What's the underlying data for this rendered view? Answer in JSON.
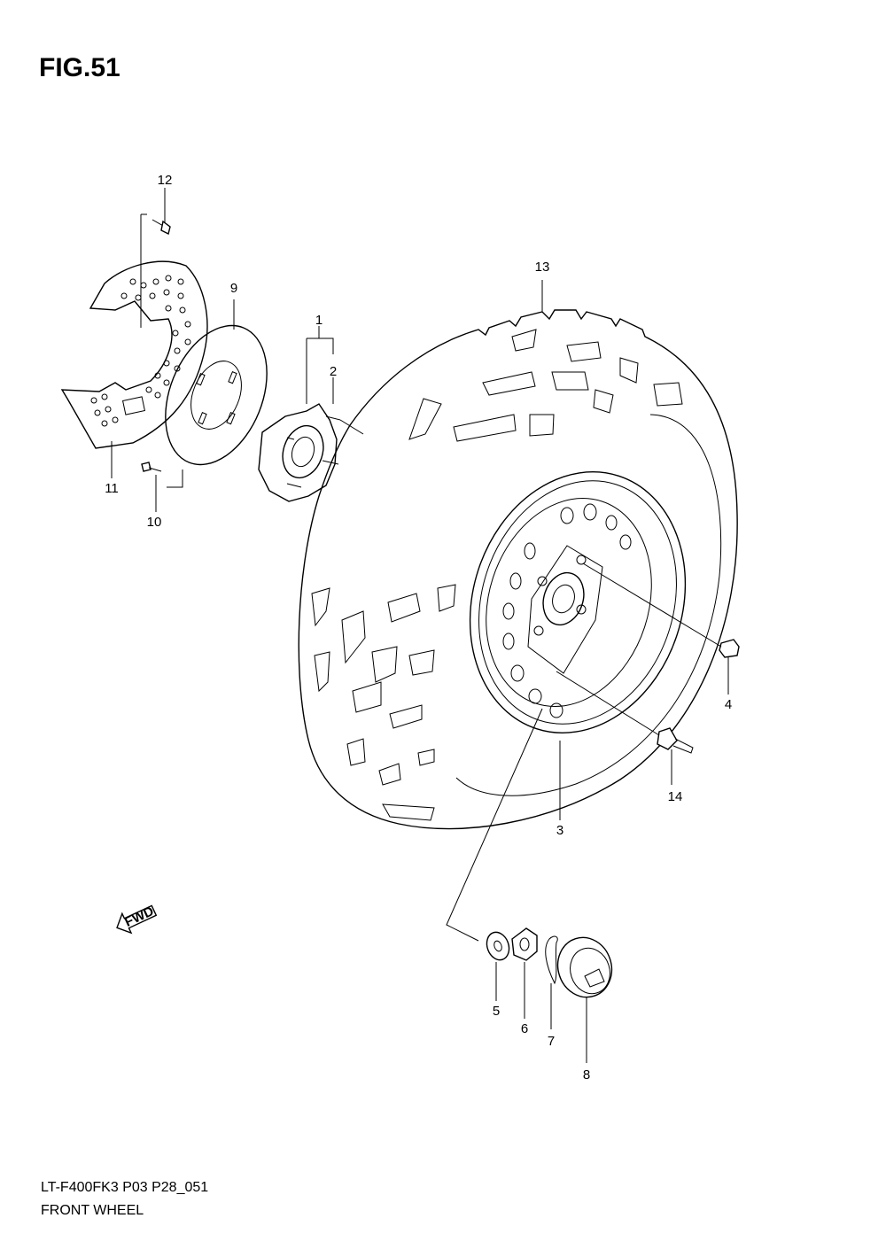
{
  "figure": {
    "title": "FIG.51",
    "code": "LT-F400FK3 P03 P28_051",
    "name": "FRONT WHEEL"
  },
  "fwd_arrow": {
    "label": "FWD"
  },
  "callouts": [
    {
      "id": "1",
      "part": "hub"
    },
    {
      "id": "2",
      "part": "hub-bolt"
    },
    {
      "id": "3",
      "part": "wheel-rim"
    },
    {
      "id": "4",
      "part": "wheel-nut"
    },
    {
      "id": "5",
      "part": "washer"
    },
    {
      "id": "6",
      "part": "castle-nut"
    },
    {
      "id": "7",
      "part": "cotter-pin"
    },
    {
      "id": "8",
      "part": "hub-cap"
    },
    {
      "id": "9",
      "part": "brake-disc"
    },
    {
      "id": "10",
      "part": "disc-bolt"
    },
    {
      "id": "11",
      "part": "disc-cover"
    },
    {
      "id": "12",
      "part": "cover-bolt"
    },
    {
      "id": "13",
      "part": "tire"
    },
    {
      "id": "14",
      "part": "valve"
    }
  ]
}
